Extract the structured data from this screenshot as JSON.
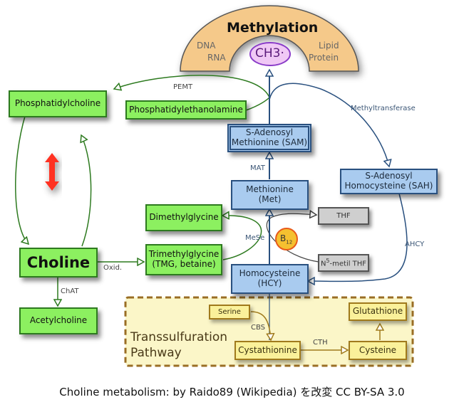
{
  "methylation": {
    "title": "Methylation",
    "targets_left": [
      "DNA",
      "RNA"
    ],
    "targets_right": [
      "Lipid",
      "Protein"
    ],
    "group": "CH3·"
  },
  "nodes": {
    "phosphatidylcholine": "Phosphatidylcholine",
    "phosphatidylethanolamine": "Phosphatidylethanolamine",
    "sam_line1": "S-Adenosyl",
    "sam_line2": "Methionine (SAM)",
    "sah_line1": "S-Adenosyl",
    "sah_line2": "Homocysteine (SAH)",
    "met_line1": "Methionine",
    "met_line2": "(Met)",
    "dimethylglycine": "Dimethylglycine",
    "tmg_line1": "Trimethylglycine",
    "tmg_line2": "(TMG, betaine)",
    "choline": "Choline",
    "acetylcholine": "Acetylcholine",
    "hcy_line1": "Homocysteine",
    "hcy_line2": "(HCY)",
    "thf": "THF",
    "n5_metil_thf_prefix": "N",
    "n5_metil_thf_sup": "5",
    "n5_metil_thf_suffix": "-metil THF",
    "b12_base": "B",
    "b12_sub": "12",
    "serine": "Serine",
    "cystathionine": "Cystathionine",
    "cysteine": "Cysteine",
    "glutathione": "Glutathione"
  },
  "enzymes": {
    "pemt": "PEMT",
    "methyltransferase": "Methyltransferase",
    "mat": "MAT",
    "mese": "MeSe",
    "ahcy": "AHCY",
    "oxid": "Oxid.",
    "chat": "ChAT",
    "cbs": "CBS",
    "cth": "CTH"
  },
  "region": {
    "transsulfuration_line1": "Transsulfuration",
    "transsulfuration_line2": "Pathway"
  },
  "colors": {
    "green_node": "#8cf060",
    "blue_node": "#a9cbef",
    "yellow_node": "#faf19a",
    "gray_node": "#cfcfcf",
    "arch": "#f5c98a",
    "ch3": "#f0c8f5",
    "b12": "#f5c030",
    "red_arrow": "#ff3020"
  },
  "caption": "Choline metabolism: by Raido89 (Wikipedia) を改変 CC BY-SA 3.0"
}
